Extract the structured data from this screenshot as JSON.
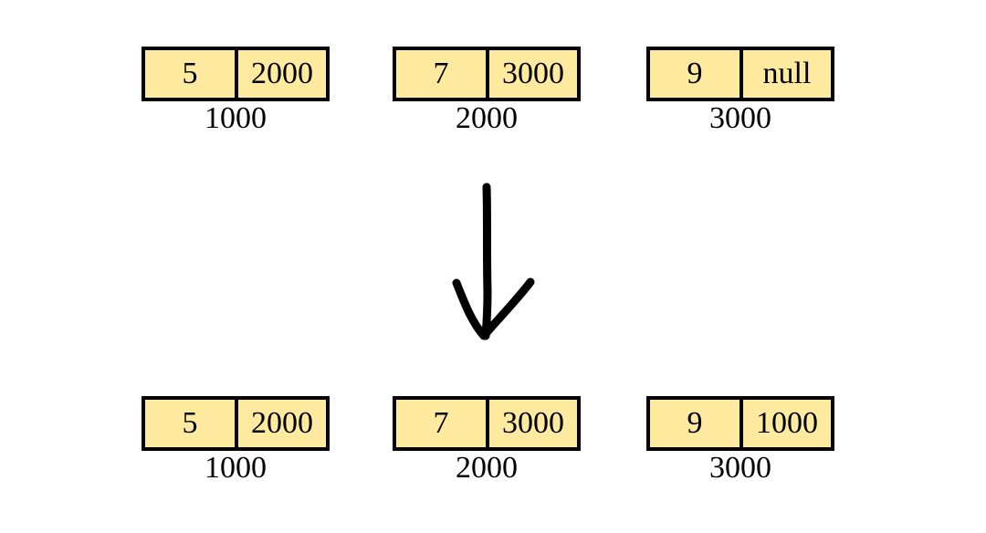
{
  "before": [
    {
      "value": "5",
      "next": "2000",
      "address": "1000"
    },
    {
      "value": "7",
      "next": "3000",
      "address": "2000"
    },
    {
      "value": "9",
      "next": "null",
      "address": "3000"
    }
  ],
  "after": [
    {
      "value": "5",
      "next": "2000",
      "address": "1000"
    },
    {
      "value": "7",
      "next": "3000",
      "address": "2000"
    },
    {
      "value": "9",
      "next": "1000",
      "address": "3000"
    }
  ],
  "arrow": {
    "icon": "arrow-down-icon",
    "color": "#000000"
  },
  "colors": {
    "cell_fill": "#ffea9f",
    "border": "#000000"
  }
}
